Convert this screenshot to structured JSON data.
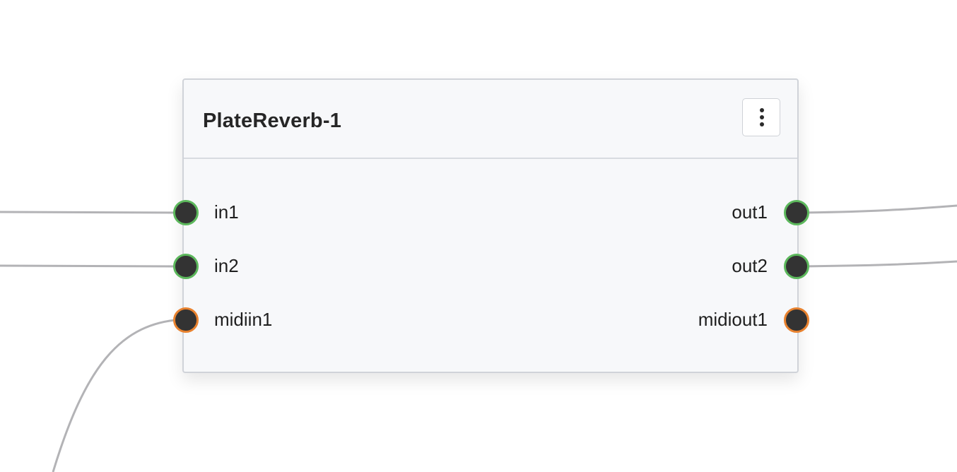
{
  "node": {
    "title": "PlateReverb-1",
    "menu_icon": "more-vertical-icon",
    "inputs": [
      {
        "label": "in1",
        "type": "audio"
      },
      {
        "label": "in2",
        "type": "audio"
      },
      {
        "label": "midiin1",
        "type": "midi"
      }
    ],
    "outputs": [
      {
        "label": "out1",
        "type": "audio"
      },
      {
        "label": "out2",
        "type": "audio"
      },
      {
        "label": "midiout1",
        "type": "midi"
      }
    ]
  },
  "colors": {
    "audio_port_ring": "#5cb85c",
    "midi_port_ring": "#e8822f",
    "port_fill": "#333333",
    "wire": "#b3b3b6"
  }
}
